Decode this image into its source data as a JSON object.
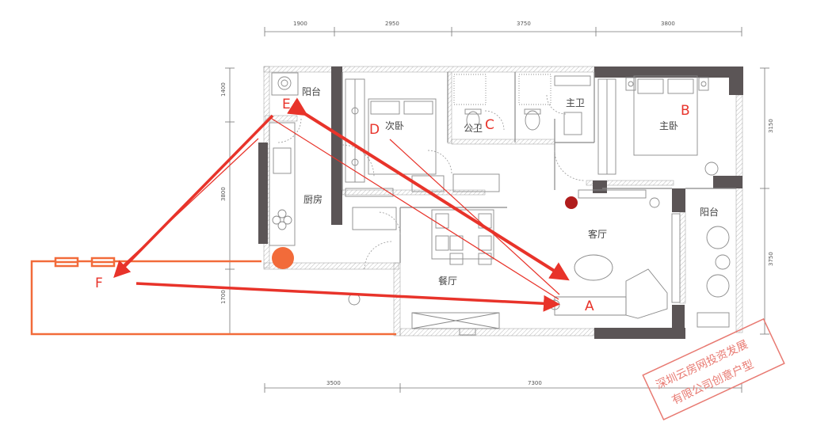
{
  "dimensions": {
    "top": [
      "1900",
      "2950",
      "3750",
      "3800"
    ],
    "bottom": [
      "3500",
      "7300"
    ],
    "left": [
      "1400",
      "3800",
      "1700"
    ],
    "right": [
      "3150",
      "3750"
    ]
  },
  "rooms": {
    "balcony_top": "阳台",
    "second_bedroom": "次卧",
    "master_bath": "主卫",
    "public_bath": "公卫",
    "master_bedroom": "主卧",
    "kitchen": "厨房",
    "living_room": "客厅",
    "balcony_right": "阳台",
    "dining_room": "餐厅"
  },
  "markers": [
    "A",
    "B",
    "C",
    "D",
    "E",
    "F"
  ],
  "stamp": {
    "line1": "深圳云房网投资发展",
    "line2": "有限公司创意户型"
  },
  "colors": {
    "wall": "#5b5556",
    "arrow": "#e8332a",
    "accent_orange": "#f26b3a",
    "stamp": "#e87a72",
    "dark_red_dot": "#b01c1c"
  }
}
